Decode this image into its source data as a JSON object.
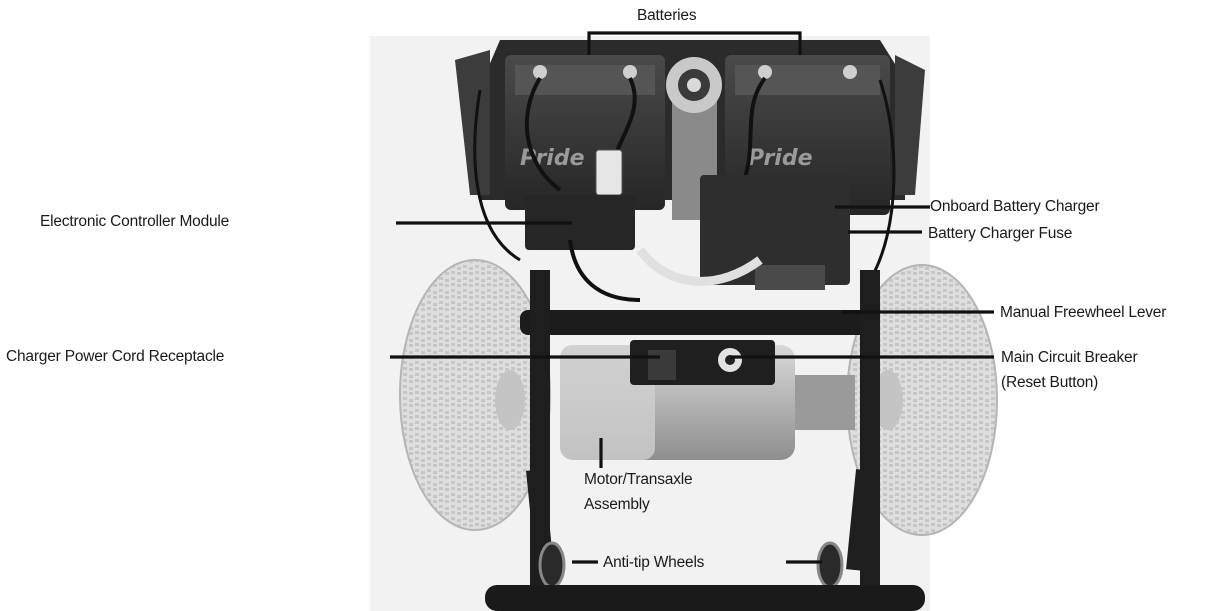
{
  "labels": {
    "batteries": "Batteries",
    "controller": "Electronic Controller  Module",
    "charger_receptacle": "Charger Power Cord Receptacle",
    "onboard_charger": "Onboard Battery Charger",
    "charger_fuse": "Battery Charger Fuse",
    "freewheel_lever": "Manual Freewheel Lever",
    "circuit_breaker_line1": "Main  Circuit Breaker",
    "circuit_breaker_line2": "(Reset Button)",
    "motor_line1": "Motor/Transaxle",
    "motor_line2": "Assembly",
    "anti_tip": "Anti-tip Wheels"
  },
  "battery_brand": "Pride",
  "colors": {
    "label_text": "#1a1a1a",
    "leader_line": "#111111",
    "tire": "#dcdcdc",
    "battery_body": "#3a3a3a",
    "frame": "#1e1e1e",
    "motor": "#bdbdbd"
  }
}
